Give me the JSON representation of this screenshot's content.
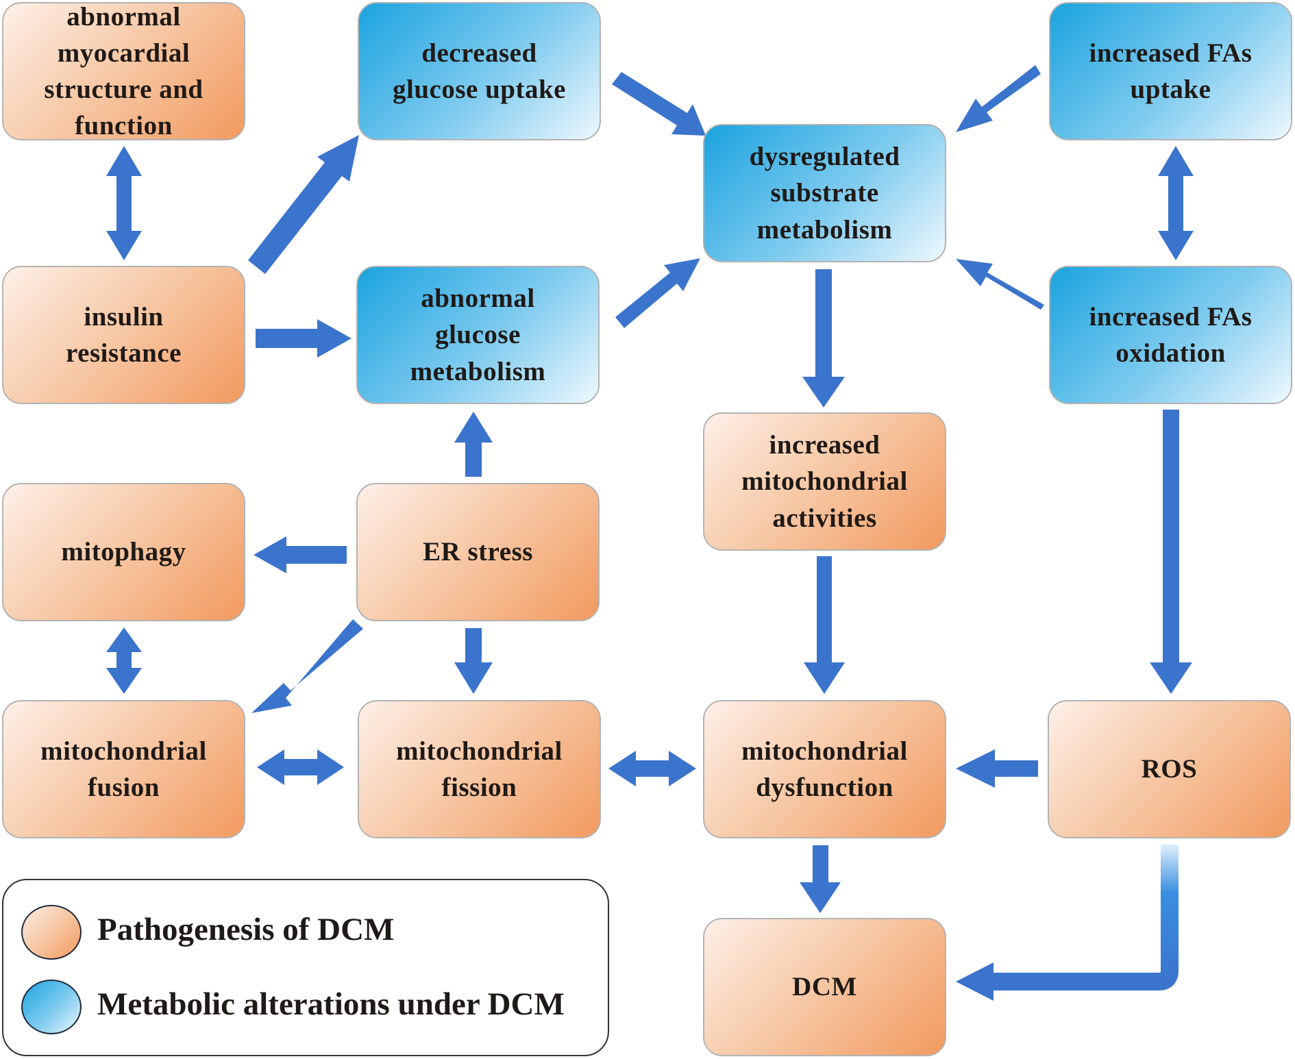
{
  "diagram": {
    "nodes": {
      "abnormal_structure": {
        "label": "abnormal\nmyocardial\nstructure and\nfunction"
      },
      "decreased_glucose": {
        "label": "decreased\nglucose uptake"
      },
      "dysregulated": {
        "label": "dysregulated\nsubstrate\nmetabolism"
      },
      "increased_fas_uptake": {
        "label": "increased FAs\nuptake"
      },
      "insulin_resistance": {
        "label": "insulin\nresistance"
      },
      "abnormal_glucose": {
        "label": "abnormal\nglucose\nmetabolism"
      },
      "increased_fas_oxidation": {
        "label": "increased FAs\noxidation"
      },
      "increased_mito": {
        "label": "increased\nmitochondrial\nactivities"
      },
      "mitophagy": {
        "label": "mitophagy"
      },
      "er_stress": {
        "label": "ER stress"
      },
      "mito_fusion": {
        "label": "mitochondrial\nfusion"
      },
      "mito_fission": {
        "label": "mitochondrial\nfission"
      },
      "mito_dysfunction": {
        "label": "mitochondrial\ndysfunction"
      },
      "ros": {
        "label": "ROS"
      },
      "dcm": {
        "label": "DCM"
      }
    },
    "legend": {
      "pathogenesis": "Pathogenesis of DCM",
      "metabolic": "Metabolic alterations under DCM"
    }
  },
  "colors": {
    "arrow": "#3b74cc",
    "box_border": "#b3b3b3"
  }
}
